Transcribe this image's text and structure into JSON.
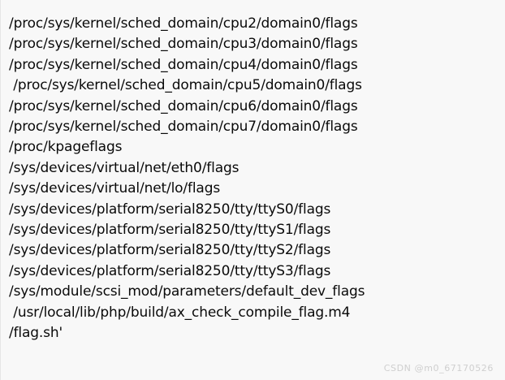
{
  "terminal": {
    "background_color": "#f8f8f8",
    "text_color": "#0a0a0a",
    "lines": [
      "/proc/sys/kernel/sched_domain/cpu2/domain0/flags",
      "/proc/sys/kernel/sched_domain/cpu3/domain0/flags",
      "/proc/sys/kernel/sched_domain/cpu4/domain0/flags",
      " /proc/sys/kernel/sched_domain/cpu5/domain0/flags",
      "/proc/sys/kernel/sched_domain/cpu6/domain0/flags",
      "/proc/sys/kernel/sched_domain/cpu7/domain0/flags",
      "/proc/kpageflags",
      "/sys/devices/virtual/net/eth0/flags",
      "/sys/devices/virtual/net/lo/flags",
      "/sys/devices/platform/serial8250/tty/ttyS0/flags",
      "/sys/devices/platform/serial8250/tty/ttyS1/flags",
      "/sys/devices/platform/serial8250/tty/ttyS2/flags",
      "/sys/devices/platform/serial8250/tty/ttyS3/flags",
      "/sys/module/scsi_mod/parameters/default_dev_flags",
      " /usr/local/lib/php/build/ax_check_compile_flag.m4",
      "/flag.sh'"
    ]
  },
  "watermark": {
    "text": "CSDN @m0_67170526",
    "color": "#cfcfcf"
  }
}
